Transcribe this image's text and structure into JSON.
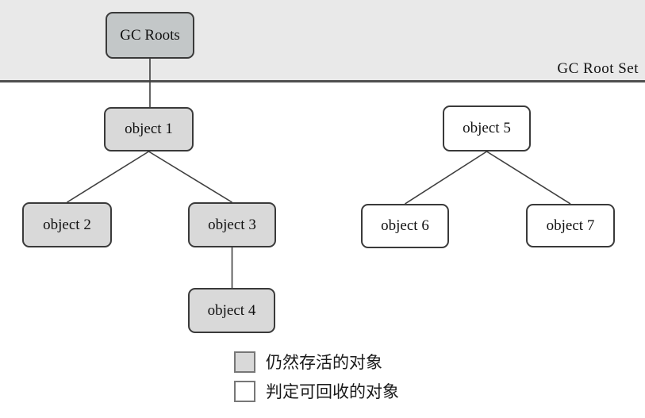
{
  "diagram": {
    "title_band_label": "GC Root Set",
    "nodes": {
      "gc_roots": {
        "label": "GC Roots",
        "status": "root"
      },
      "object1": {
        "label": "object 1",
        "status": "alive"
      },
      "object2": {
        "label": "object 2",
        "status": "alive"
      },
      "object3": {
        "label": "object 3",
        "status": "alive"
      },
      "object4": {
        "label": "object 4",
        "status": "alive"
      },
      "object5": {
        "label": "object 5",
        "status": "recyclable"
      },
      "object6": {
        "label": "object 6",
        "status": "recyclable"
      },
      "object7": {
        "label": "object 7",
        "status": "recyclable"
      }
    },
    "edges": [
      {
        "from": "gc_roots",
        "to": "object1"
      },
      {
        "from": "object1",
        "to": "object2"
      },
      {
        "from": "object1",
        "to": "object3"
      },
      {
        "from": "object3",
        "to": "object4"
      },
      {
        "from": "object5",
        "to": "object6"
      },
      {
        "from": "object5",
        "to": "object7"
      }
    ],
    "legend": {
      "alive": "仍然存活的对象",
      "recyclable": "判定可回收的对象"
    },
    "colors": {
      "band_bg": "#e9e9e9",
      "band_line": "#4f4f4f",
      "root_fill": "#c3c7c8",
      "alive_fill": "#d9d9d9",
      "recyclable_fill": "#ffffff",
      "edge": "#3f3f3f"
    }
  }
}
